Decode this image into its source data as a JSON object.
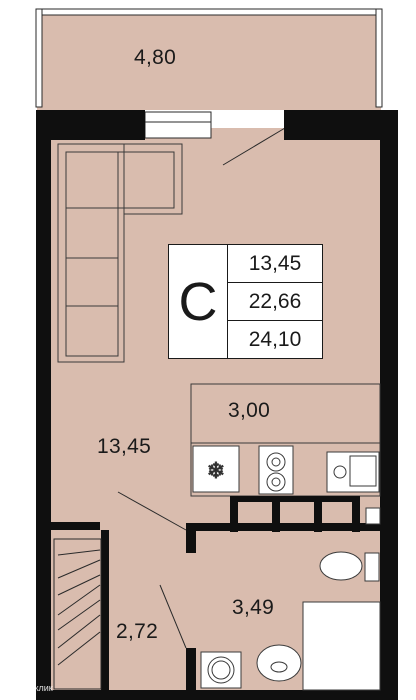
{
  "rooms": {
    "balcony": "4,80",
    "living": "13,45",
    "kitchen": "3,00",
    "hall": "2,72",
    "bathroom": "3,49"
  },
  "legend": {
    "code": "C",
    "living_area": "13,45",
    "total_area": "22,66",
    "total_with_balcony": "24,10"
  },
  "watermark": "домклик",
  "colors": {
    "floor": "#d9bcae",
    "wall": "#0f0f0f",
    "furniture_fill": "#d9bcae",
    "furniture_line": "#3a3a3a"
  }
}
